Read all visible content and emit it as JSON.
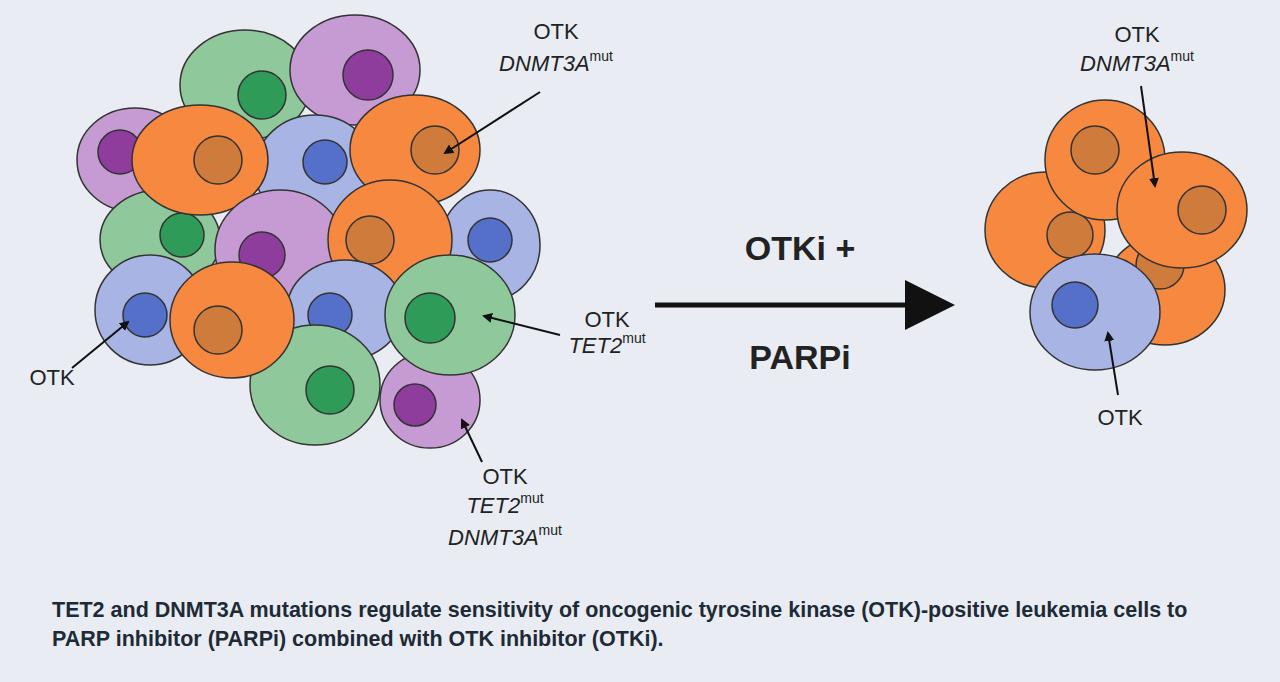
{
  "diagram": {
    "caption": "TET2 and DNMT3A mutations regulate sensitivity of oncogenic tyrosine kinase (OTK)-positive leukemia cells to PARP inhibitor (PARPi) combined with OTK inhibitor (OTKi).",
    "labels": [
      "OTK",
      "DNMT3A",
      "mut",
      "OTK",
      "OTK",
      "TET2",
      "mut",
      "OTK",
      "TET2",
      "mut",
      "DNMT3A",
      "mut",
      "OTKi +",
      "PARPi",
      "OTK",
      "DNMT3A",
      "mut",
      "OTK"
    ]
  }
}
